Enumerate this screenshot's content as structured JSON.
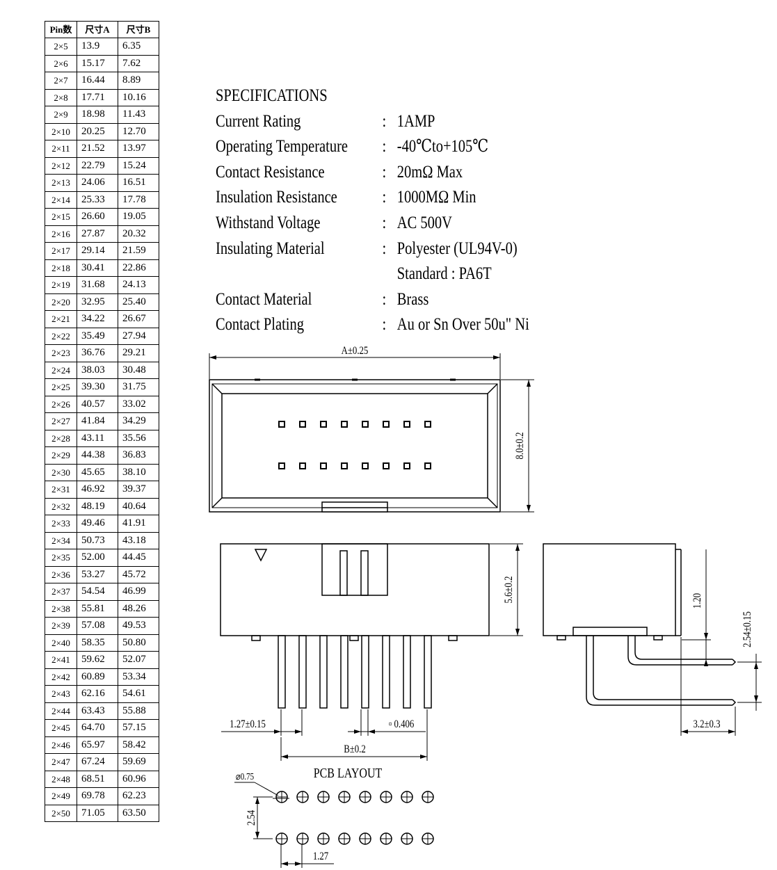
{
  "table": {
    "headers": [
      "Pin数",
      "尺寸A",
      "尺寸B"
    ],
    "rows": [
      [
        "2×5",
        "13.9",
        "6.35"
      ],
      [
        "2×6",
        "15.17",
        "7.62"
      ],
      [
        "2×7",
        "16.44",
        "8.89"
      ],
      [
        "2×8",
        "17.71",
        "10.16"
      ],
      [
        "2×9",
        "18.98",
        "11.43"
      ],
      [
        "2×10",
        "20.25",
        "12.70"
      ],
      [
        "2×11",
        "21.52",
        "13.97"
      ],
      [
        "2×12",
        "22.79",
        "15.24"
      ],
      [
        "2×13",
        "24.06",
        "16.51"
      ],
      [
        "2×14",
        "25.33",
        "17.78"
      ],
      [
        "2×15",
        "26.60",
        "19.05"
      ],
      [
        "2×16",
        "27.87",
        "20.32"
      ],
      [
        "2×17",
        "29.14",
        "21.59"
      ],
      [
        "2×18",
        "30.41",
        "22.86"
      ],
      [
        "2×19",
        "31.68",
        "24.13"
      ],
      [
        "2×20",
        "32.95",
        "25.40"
      ],
      [
        "2×21",
        "34.22",
        "26.67"
      ],
      [
        "2×22",
        "35.49",
        "27.94"
      ],
      [
        "2×23",
        "36.76",
        "29.21"
      ],
      [
        "2×24",
        "38.03",
        "30.48"
      ],
      [
        "2×25",
        "39.30",
        "31.75"
      ],
      [
        "2×26",
        "40.57",
        "33.02"
      ],
      [
        "2×27",
        "41.84",
        "34.29"
      ],
      [
        "2×28",
        "43.11",
        "35.56"
      ],
      [
        "2×29",
        "44.38",
        "36.83"
      ],
      [
        "2×30",
        "45.65",
        "38.10"
      ],
      [
        "2×31",
        "46.92",
        "39.37"
      ],
      [
        "2×32",
        "48.19",
        "40.64"
      ],
      [
        "2×33",
        "49.46",
        "41.91"
      ],
      [
        "2×34",
        "50.73",
        "43.18"
      ],
      [
        "2×35",
        "52.00",
        "44.45"
      ],
      [
        "2×36",
        "53.27",
        "45.72"
      ],
      [
        "2×37",
        "54.54",
        "46.99"
      ],
      [
        "2×38",
        "55.81",
        "48.26"
      ],
      [
        "2×39",
        "57.08",
        "49.53"
      ],
      [
        "2×40",
        "58.35",
        "50.80"
      ],
      [
        "2×41",
        "59.62",
        "52.07"
      ],
      [
        "2×42",
        "60.89",
        "53.34"
      ],
      [
        "2×43",
        "62.16",
        "54.61"
      ],
      [
        "2×44",
        "63.43",
        "55.88"
      ],
      [
        "2×45",
        "64.70",
        "57.15"
      ],
      [
        "2×46",
        "65.97",
        "58.42"
      ],
      [
        "2×47",
        "67.24",
        "59.69"
      ],
      [
        "2×48",
        "68.51",
        "60.96"
      ],
      [
        "2×49",
        "69.78",
        "62.23"
      ],
      [
        "2×50",
        "71.05",
        "63.50"
      ]
    ]
  },
  "specs": {
    "title": "SPECIFICATIONS",
    "items": [
      {
        "label": "Current Rating",
        "colon": ":",
        "value": "1AMP"
      },
      {
        "label": "Operating Temperature",
        "colon": ":",
        "value": "-40℃to+105℃"
      },
      {
        "label": "Contact Resistance",
        "colon": ":",
        "value": "20mΩ Max"
      },
      {
        "label": "Insulation Resistance",
        "colon": ":",
        "value": "1000MΩ Min"
      },
      {
        "label": "Withstand Voltage",
        "colon": ":",
        "value": "AC 500V"
      },
      {
        "label": "Insulating Material",
        "colon": ":",
        "value": "Polyester (UL94V-0)"
      },
      {
        "label": "",
        "colon": "",
        "value": "Standard : PA6T"
      },
      {
        "label": "Contact Material",
        "colon": ":",
        "value": "Brass"
      },
      {
        "label": "Contact Plating",
        "colon": ":",
        "value": "Au or Sn Over 50u\" Ni"
      }
    ]
  },
  "dimensions": {
    "dim_a": "A±0.25",
    "dim_height_top": "8.0±0.2",
    "dim_height_front": "5.6±0.2",
    "dim_pitch_pin": "1.27±0.15",
    "dim_pin_square": "▫ 0.406",
    "dim_b": "B±0.2",
    "dim_side_120": "1.20",
    "dim_side_254": "2.54±0.15",
    "dim_side_32": "3.2±0.3",
    "pcb_title": "PCB LAYOUT",
    "pcb_hole": "⌀0.75",
    "pcb_row_pitch": "2.54",
    "pcb_col_pitch": "1.27"
  }
}
